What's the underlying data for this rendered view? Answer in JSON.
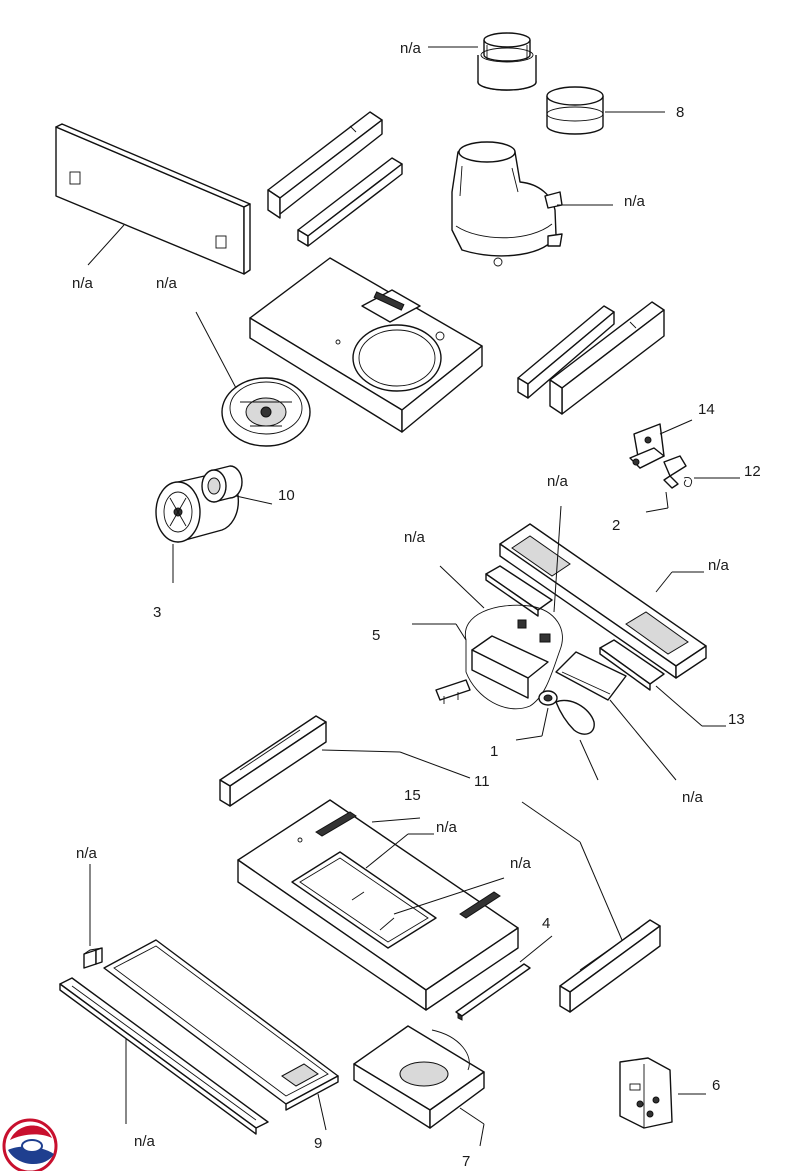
{
  "labels": {
    "na_top_collar": "n/a",
    "p8": "8",
    "na_back_panel": "n/a",
    "na_motor_plate": "n/a",
    "na_blower_housing": "n/a",
    "p14": "14",
    "p12": "12",
    "p2": "2",
    "p10": "10",
    "p3": "3",
    "na_harness": "n/a",
    "na_frame_rail": "n/a",
    "p5": "5",
    "p13": "13",
    "p1": "1",
    "na_lamp_cover": "n/a",
    "p11": "11",
    "p15": "15",
    "na_body_top": "n/a",
    "na_glass": "n/a",
    "na_clip": "n/a",
    "p4": "4",
    "p9": "9",
    "na_front_trim": "n/a",
    "p7": "7",
    "p6": "6"
  },
  "logo": {
    "name": "brand-logo",
    "colors": [
      "#c8102e",
      "#1f3f8f"
    ]
  }
}
